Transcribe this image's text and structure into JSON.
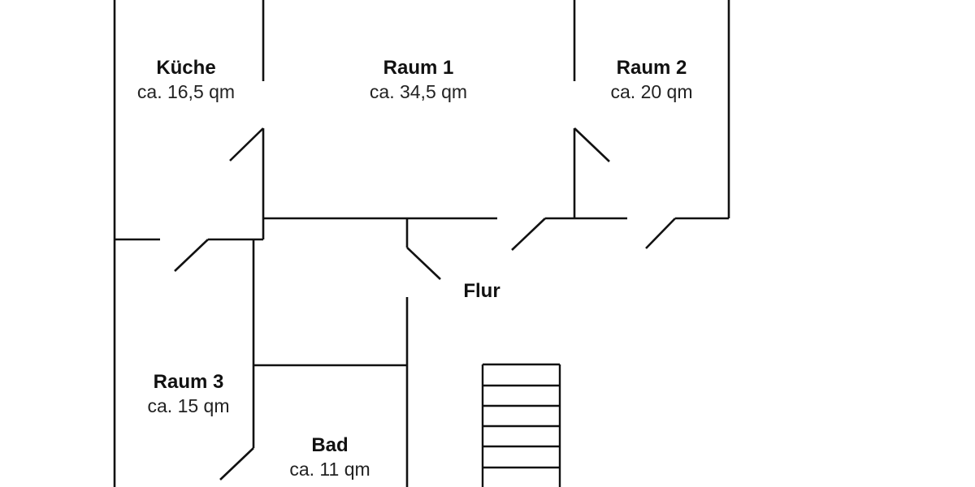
{
  "diagram": {
    "type": "floor-plan",
    "line_color": "#111111",
    "background": "#ffffff",
    "rooms": [
      {
        "id": "kueche",
        "name": "Küche",
        "area": "ca. 16,5 qm"
      },
      {
        "id": "raum1",
        "name": "Raum 1",
        "area": "ca. 34,5 qm"
      },
      {
        "id": "raum2",
        "name": "Raum 2",
        "area": "ca. 20 qm"
      },
      {
        "id": "flur",
        "name": "Flur",
        "area": ""
      },
      {
        "id": "raum3",
        "name": "Raum 3",
        "area": "ca. 15 qm"
      },
      {
        "id": "bad",
        "name": "Bad",
        "area": "ca. 11 qm"
      }
    ],
    "staircase": {
      "steps_visible": 6
    }
  }
}
